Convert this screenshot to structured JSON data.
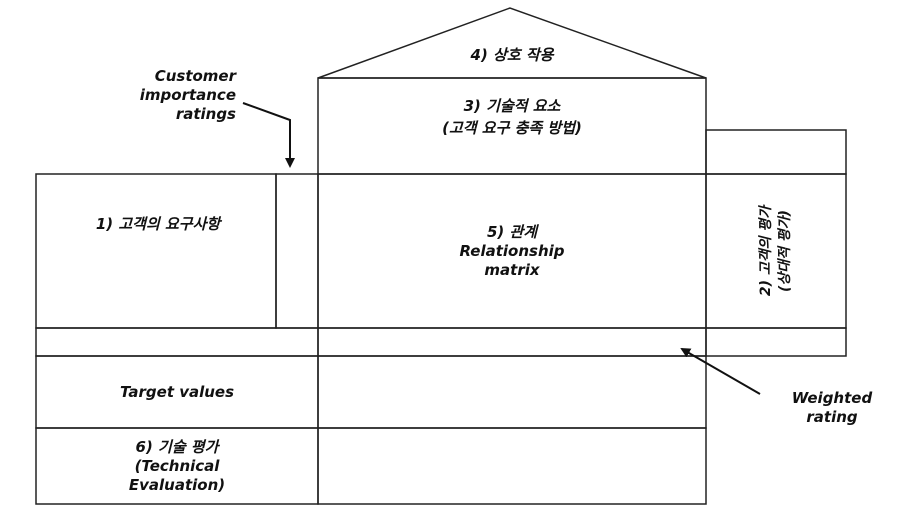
{
  "roof": {
    "label": "4) 상호 작용"
  },
  "technical": {
    "line1": "3) 기술적 요소",
    "line2": "(고객 요구 충족 방법)"
  },
  "customer_needs": {
    "label": "1) 고객의 요구사항"
  },
  "relationship": {
    "line1": "5) 관계",
    "line2": "Relationship",
    "line3": "matrix"
  },
  "competitive": {
    "line1": "2) 고객의 평가",
    "line2": "(상대적 평가)"
  },
  "importance": {
    "line1": "Customer",
    "line2": "importance",
    "line3": "ratings"
  },
  "weighted": {
    "line1": "Weighted",
    "line2": "rating"
  },
  "target": {
    "label": "Target values"
  },
  "tech_eval": {
    "line1": "6) 기술 평가",
    "line2": "(Technical",
    "line3": "Evaluation)"
  }
}
